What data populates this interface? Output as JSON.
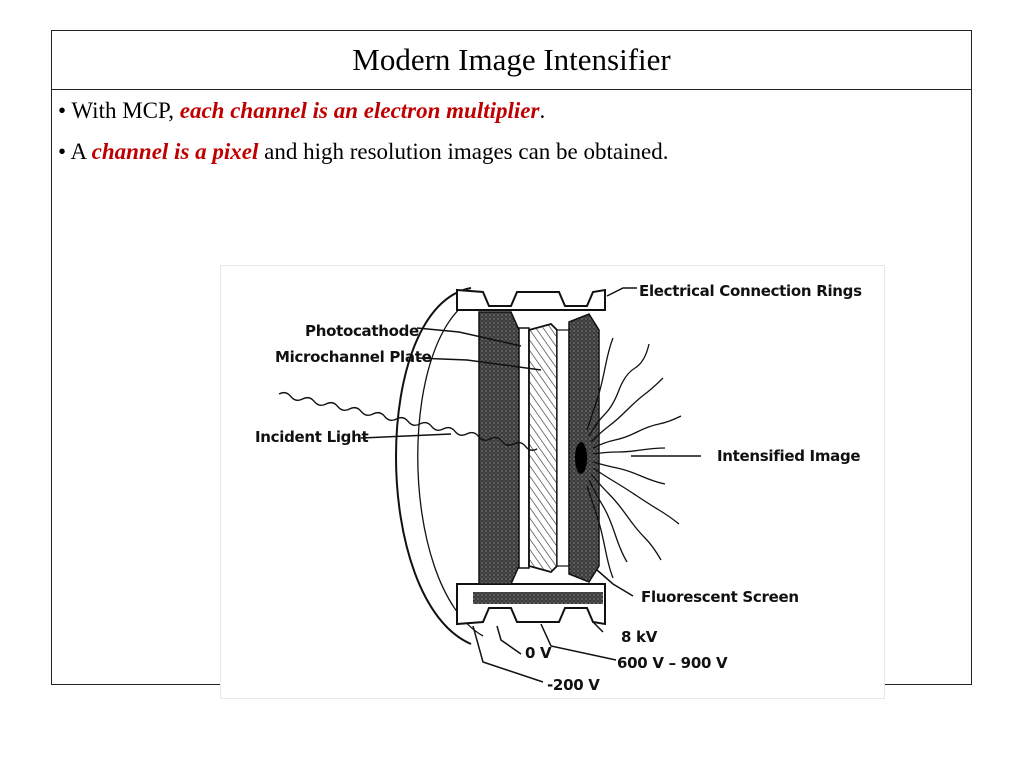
{
  "slide": {
    "title": "Modern Image Intensifier",
    "bullets": [
      {
        "prefix": "• With MCP, ",
        "emphasis": "each channel is an electron multiplier",
        "suffix": "."
      },
      {
        "prefix": "• A ",
        "emphasis": "channel is a pixel",
        "suffix": " and high resolution images can be obtained."
      }
    ]
  },
  "diagram": {
    "labels": {
      "electrical_rings": "Electrical Connection Rings",
      "photocathode": "Photocathode",
      "mcp": "Microchannel Plate",
      "incident_light": "Incident Light",
      "intensified_image": "Intensified Image",
      "fluorescent_screen": "Fluorescent Screen",
      "v_8kv": "8 kV",
      "v_0v": "0 V",
      "v_600_900": "600 V – 900 V",
      "v_minus200": "-200 V"
    }
  },
  "colors": {
    "emphasis": "#c00000",
    "border": "#222222"
  }
}
